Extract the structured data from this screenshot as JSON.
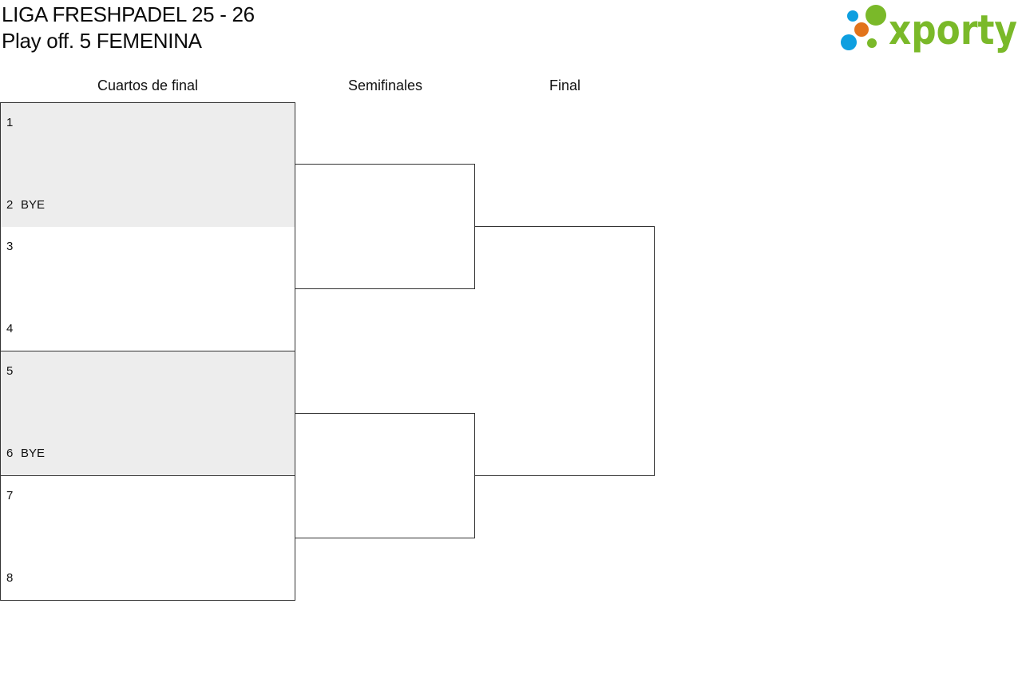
{
  "header": {
    "title_line1": "LIGA FRESHPADEL 25 - 26",
    "title_line2": "Play off. 5 FEMENINA"
  },
  "logo": {
    "text": "xporty",
    "colors": {
      "green": "#7ab929",
      "blue": "#0e9fe0",
      "orange": "#e2731b"
    }
  },
  "rounds": {
    "quarterfinals": "Cuartos de final",
    "semifinals": "Semifinales",
    "final": "Final"
  },
  "matches": [
    {
      "bye": true,
      "top": {
        "seed": "1",
        "name": ""
      },
      "bottom": {
        "seed": "2",
        "name": "BYE"
      }
    },
    {
      "bye": false,
      "top": {
        "seed": "3",
        "name": ""
      },
      "bottom": {
        "seed": "4",
        "name": ""
      }
    },
    {
      "bye": true,
      "top": {
        "seed": "5",
        "name": ""
      },
      "bottom": {
        "seed": "6",
        "name": "BYE"
      }
    },
    {
      "bye": false,
      "top": {
        "seed": "7",
        "name": ""
      },
      "bottom": {
        "seed": "8",
        "name": ""
      }
    }
  ],
  "colors": {
    "bye_background": "#ededed",
    "line": "#333333"
  }
}
